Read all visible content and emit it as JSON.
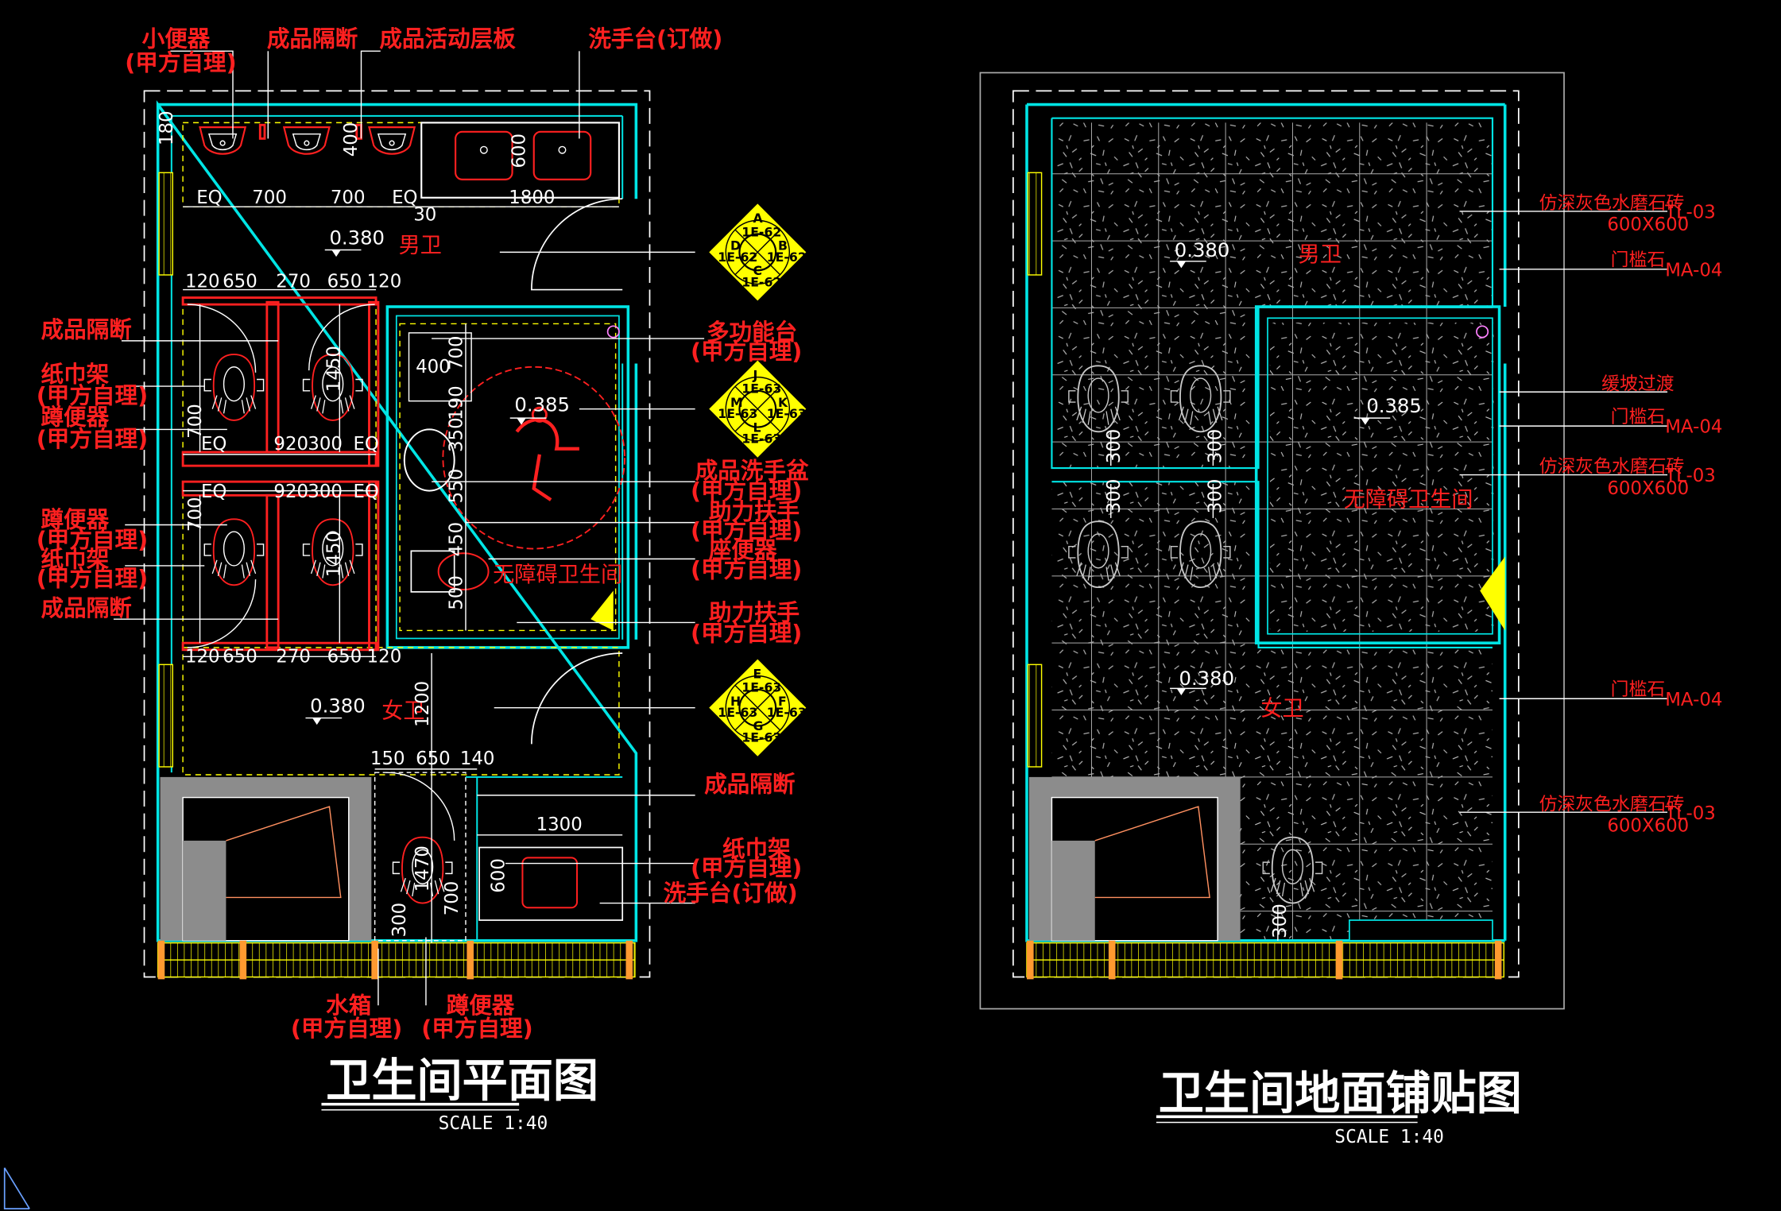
{
  "left_plan": {
    "title": "卫生间平面图",
    "scale": "SCALE 1:40",
    "rooms": {
      "men": "男卫",
      "women": "女卫",
      "accessible": "无障碍卫生间"
    },
    "levels": {
      "men": "0.380",
      "accessible": "0.385",
      "women": "0.380"
    },
    "labels": {
      "urinal": "小便器",
      "urinal_sub": "(甲方自理)",
      "partition_top": "成品隔断",
      "shelf": "成品活动层板",
      "washstand_top": "洗手台(订做)",
      "partition_left1": "成品隔断",
      "tissue1": "纸巾架",
      "tissue1_sub": "(甲方自理)",
      "squat1": "蹲便器",
      "squat1_sub": "(甲方自理)",
      "squat2": "蹲便器",
      "squat2_sub": "(甲方自理)",
      "tissue2": "纸巾架",
      "tissue2_sub": "(甲方自理)",
      "partition_left2": "成品隔断",
      "multi_table": "多功能台",
      "multi_table_sub": "(甲方自理)",
      "basin": "成品洗手盆",
      "basin_sub": "(甲方自理)",
      "grab1": "助力扶手",
      "grab1_sub": "(甲方自理)",
      "toilet": "座便器",
      "toilet_sub": "(甲方自理)",
      "grab2": "助力扶手",
      "grab2_sub": "(甲方自理)",
      "partition_right": "成品隔断",
      "tissue3": "纸巾架",
      "tissue3_sub": "(甲方自理)",
      "washstand_bottom": "洗手台(订做)",
      "tank": "水箱",
      "tank_sub": "(甲方自理)",
      "squat3": "蹲便器",
      "squat3_sub": "(甲方自理)"
    },
    "dims": {
      "top": [
        "EQ",
        "700",
        "700",
        "EQ",
        "1800"
      ],
      "top_v": [
        "180",
        "400",
        "600"
      ],
      "top_30": "30",
      "row1": [
        "120",
        "650",
        "270",
        "650",
        "120"
      ],
      "row2": [
        "EQ",
        "920",
        "300",
        "EQ"
      ],
      "row3": [
        "EQ",
        "920",
        "300",
        "EQ"
      ],
      "row4": [
        "120",
        "650",
        "270",
        "650",
        "120"
      ],
      "v700a": "700",
      "v1450a": "1450",
      "v700b": "700",
      "v1450b": "1450",
      "acc_400": "400",
      "acc_700": "700",
      "acc_190": "190",
      "acc_350": "350",
      "acc_550": "550",
      "acc_450": "450",
      "acc_500": "500",
      "bottom_row": [
        "150",
        "650",
        "140"
      ],
      "b1300": "1300",
      "b1200": "1200",
      "b1470": "1470",
      "b600": "600",
      "b700": "700",
      "b300": "300"
    },
    "diamonds": [
      {
        "letters": [
          "A",
          "D",
          "B",
          "C"
        ],
        "codes": [
          "1E-62",
          "1E-62",
          "1E-62",
          "1E-62"
        ]
      },
      {
        "letters": [
          "J",
          "M",
          "K",
          "L"
        ],
        "codes": [
          "1E-63",
          "1E-63",
          "1E-63",
          "1E-63"
        ]
      },
      {
        "letters": [
          "E",
          "H",
          "F",
          "G"
        ],
        "codes": [
          "1E-63",
          "1E-63",
          "1E-63",
          "1E-63"
        ]
      }
    ]
  },
  "right_plan": {
    "title": "卫生间地面铺贴图",
    "scale": "SCALE 1:40",
    "rooms": {
      "men": "男卫",
      "accessible": "无障碍卫生间",
      "women": "女卫"
    },
    "levels": {
      "men": "0.380",
      "accessible": "0.385",
      "women": "0.380"
    },
    "dims": {
      "d300": "300"
    },
    "callouts": [
      {
        "text": "仿深灰色水磨石砖",
        "code": "TL-03",
        "size": "600X600"
      },
      {
        "text": "门槛石",
        "code": "MA-04"
      },
      {
        "text": "缓坡过渡",
        "code": ""
      },
      {
        "text": "门槛石",
        "code": "MA-04"
      },
      {
        "text": "仿深灰色水磨石砖",
        "code": "TL-03",
        "size": "600X600"
      },
      {
        "text": "门槛石",
        "code": "MA-04"
      },
      {
        "text": "仿深灰色水磨石砖",
        "code": "TL-03",
        "size": "600X600"
      }
    ]
  },
  "colors": {
    "background": "#000000",
    "wall": "#00e5e5",
    "dimension": "#ffffff",
    "label": "#ff2020",
    "hatch": "#ffff00",
    "fixture": "#c8c8c8"
  }
}
